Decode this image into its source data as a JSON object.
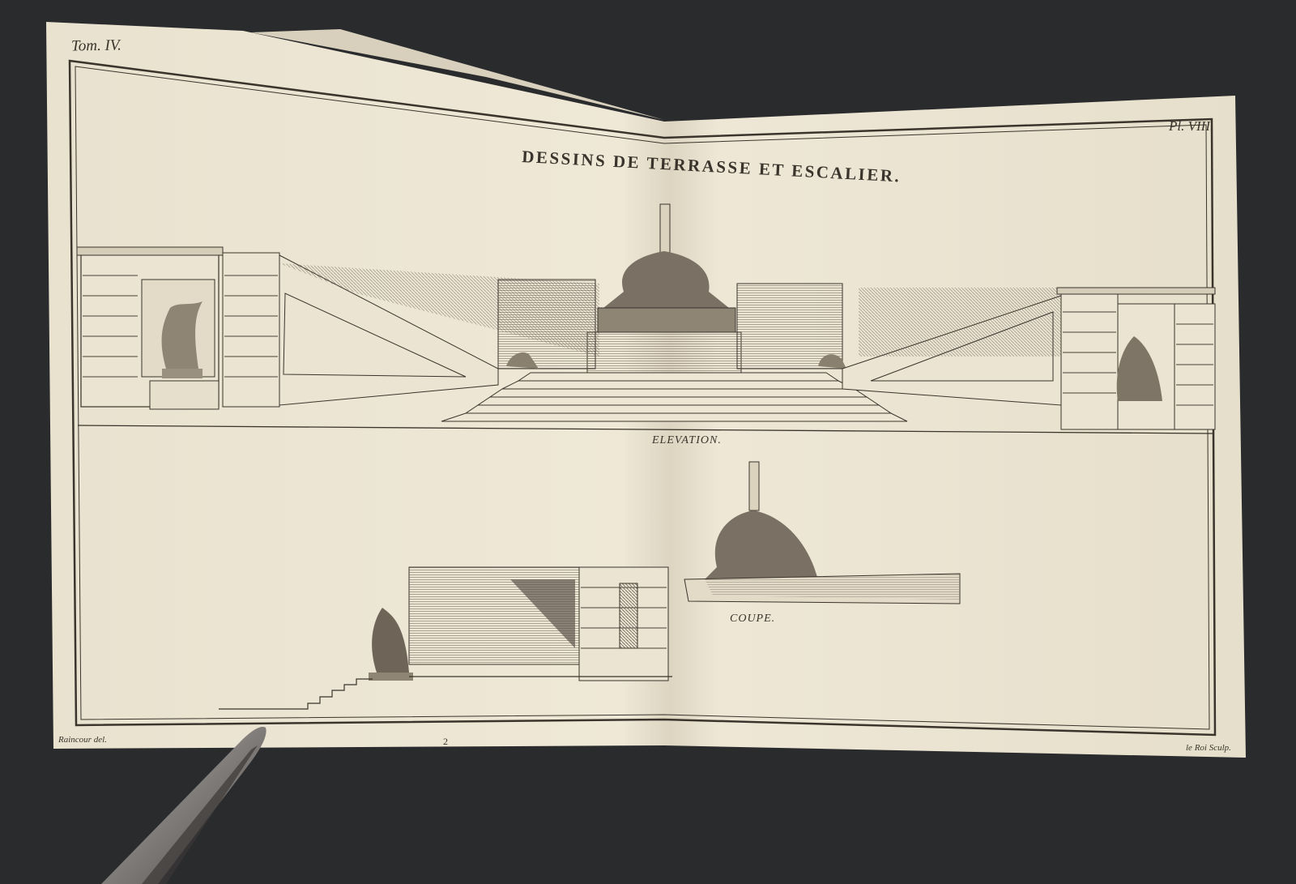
{
  "plate": {
    "volume_label": "Tom. IV.",
    "plate_number": "Pl. VIII.",
    "title": "DESSINS DE TERRASSE ET ESCALIER.",
    "elevation_label": "ELEVATION.",
    "section_label": "COUPE.",
    "draftsman": "Raincour del.",
    "engraver": "le Roi Sculp.",
    "page_mark": "2"
  },
  "colors": {
    "background": "#2a2b2d",
    "paper": "#ece5d3",
    "ink": "#3a342c",
    "knife_blade": "#8c8a88"
  }
}
